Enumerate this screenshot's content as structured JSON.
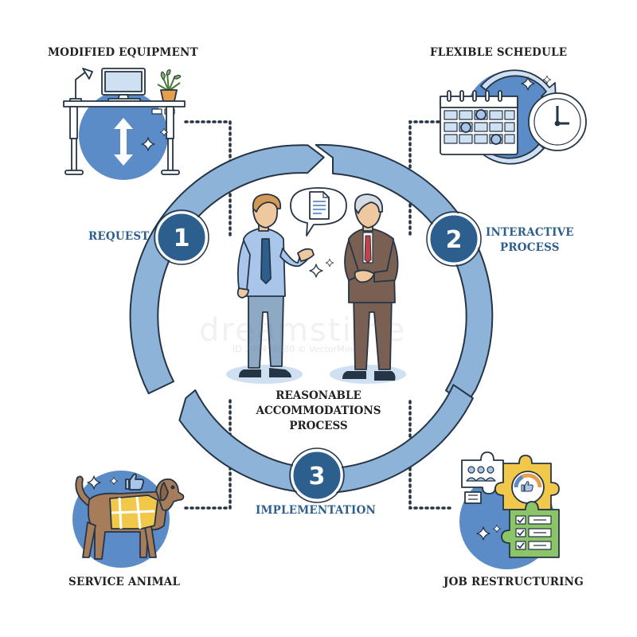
{
  "title_lines": [
    "REASONABLE",
    "ACCOMMODATIONS",
    "PROCESS"
  ],
  "steps": [
    {
      "number": "1",
      "label": "REQUEST"
    },
    {
      "number": "2",
      "label_lines": [
        "INTERACTIVE",
        "PROCESS"
      ]
    },
    {
      "number": "3",
      "label": "IMPLEMENTATION"
    }
  ],
  "examples": {
    "modified_equipment": "MODIFIED EQUIPMENT",
    "flexible_schedule": "FLEXIBLE SCHEDULE",
    "service_animal": "SERVICE ANIMAL",
    "job_restructuring": "JOB RESTRUCTURING"
  },
  "watermark": {
    "text": "dreamstime",
    "credit": "ID 298498880 © VectorMine"
  },
  "colors": {
    "ring": "#8db3d9",
    "node": "#2d5f8e",
    "accent_circle": "#5b8cc7",
    "light_blue": "#cfe0f2",
    "outline": "#263545",
    "label_dark": "#222222",
    "label_blue": "#2d5f8e",
    "shirt": "#a9c6ea",
    "trousers_grey": "#8da9c4",
    "suit_brown": "#7a6052",
    "dog_brown": "#a67c5a",
    "vest_yellow": "#f2c84b",
    "puzzle_yellow": "#f2c84b",
    "puzzle_green": "#8cc468",
    "plant_green": "#7cb35b",
    "pot_orange": "#e4a04a"
  },
  "icons": [
    "arrows-updown-icon",
    "sparkle-icon",
    "document-icon",
    "thumbs-up-icon",
    "clock-icon",
    "calendar-icon",
    "checkmark-icon"
  ]
}
